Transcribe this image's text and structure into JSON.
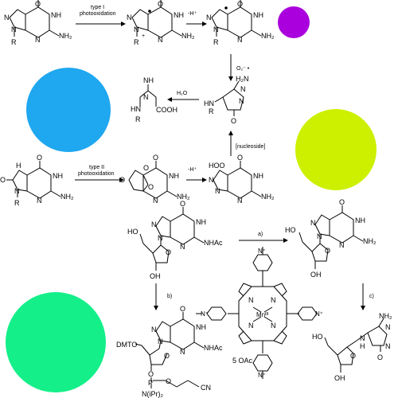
{
  "colors": {
    "purple_circle": "#aa00dd",
    "blue_circle": "#1fa7f0",
    "yellow_circle": "#ccf000",
    "green_circle": "#14ef8a"
  },
  "reactions": {
    "type1_line1": "type I",
    "type1_line2": "photooxidation",
    "type2_line1": "type II",
    "type2_line2": "photooxidation",
    "minus_h_1": "-H⁺",
    "minus_h_2": "-H⁺",
    "o2_label": "O₂⁻ •",
    "h2o_label": "H₂O",
    "nucleoside_label": "[nucleoside]",
    "step_a": "a)",
    "step_b": "b)",
    "step_c": "c)"
  },
  "atoms": {
    "O": "O",
    "N": "N",
    "NH": "NH",
    "HN": "HN",
    "NH2": "NH₂",
    "H2N": "H₂N",
    "R": "R",
    "NH_imine": "NH",
    "COOH": "COOH",
    "HOO": "HOO",
    "NHAc": "NHAc",
    "HO": "HO",
    "OH": "OH",
    "DMTO": "DMTO",
    "P": "P",
    "CN": "CN",
    "NiPr2": "N(iPr)₂",
    "Mn": "Mnᴵᴵᴵ",
    "Nplus": "N⁺",
    "OAc": "5 OAc"
  }
}
